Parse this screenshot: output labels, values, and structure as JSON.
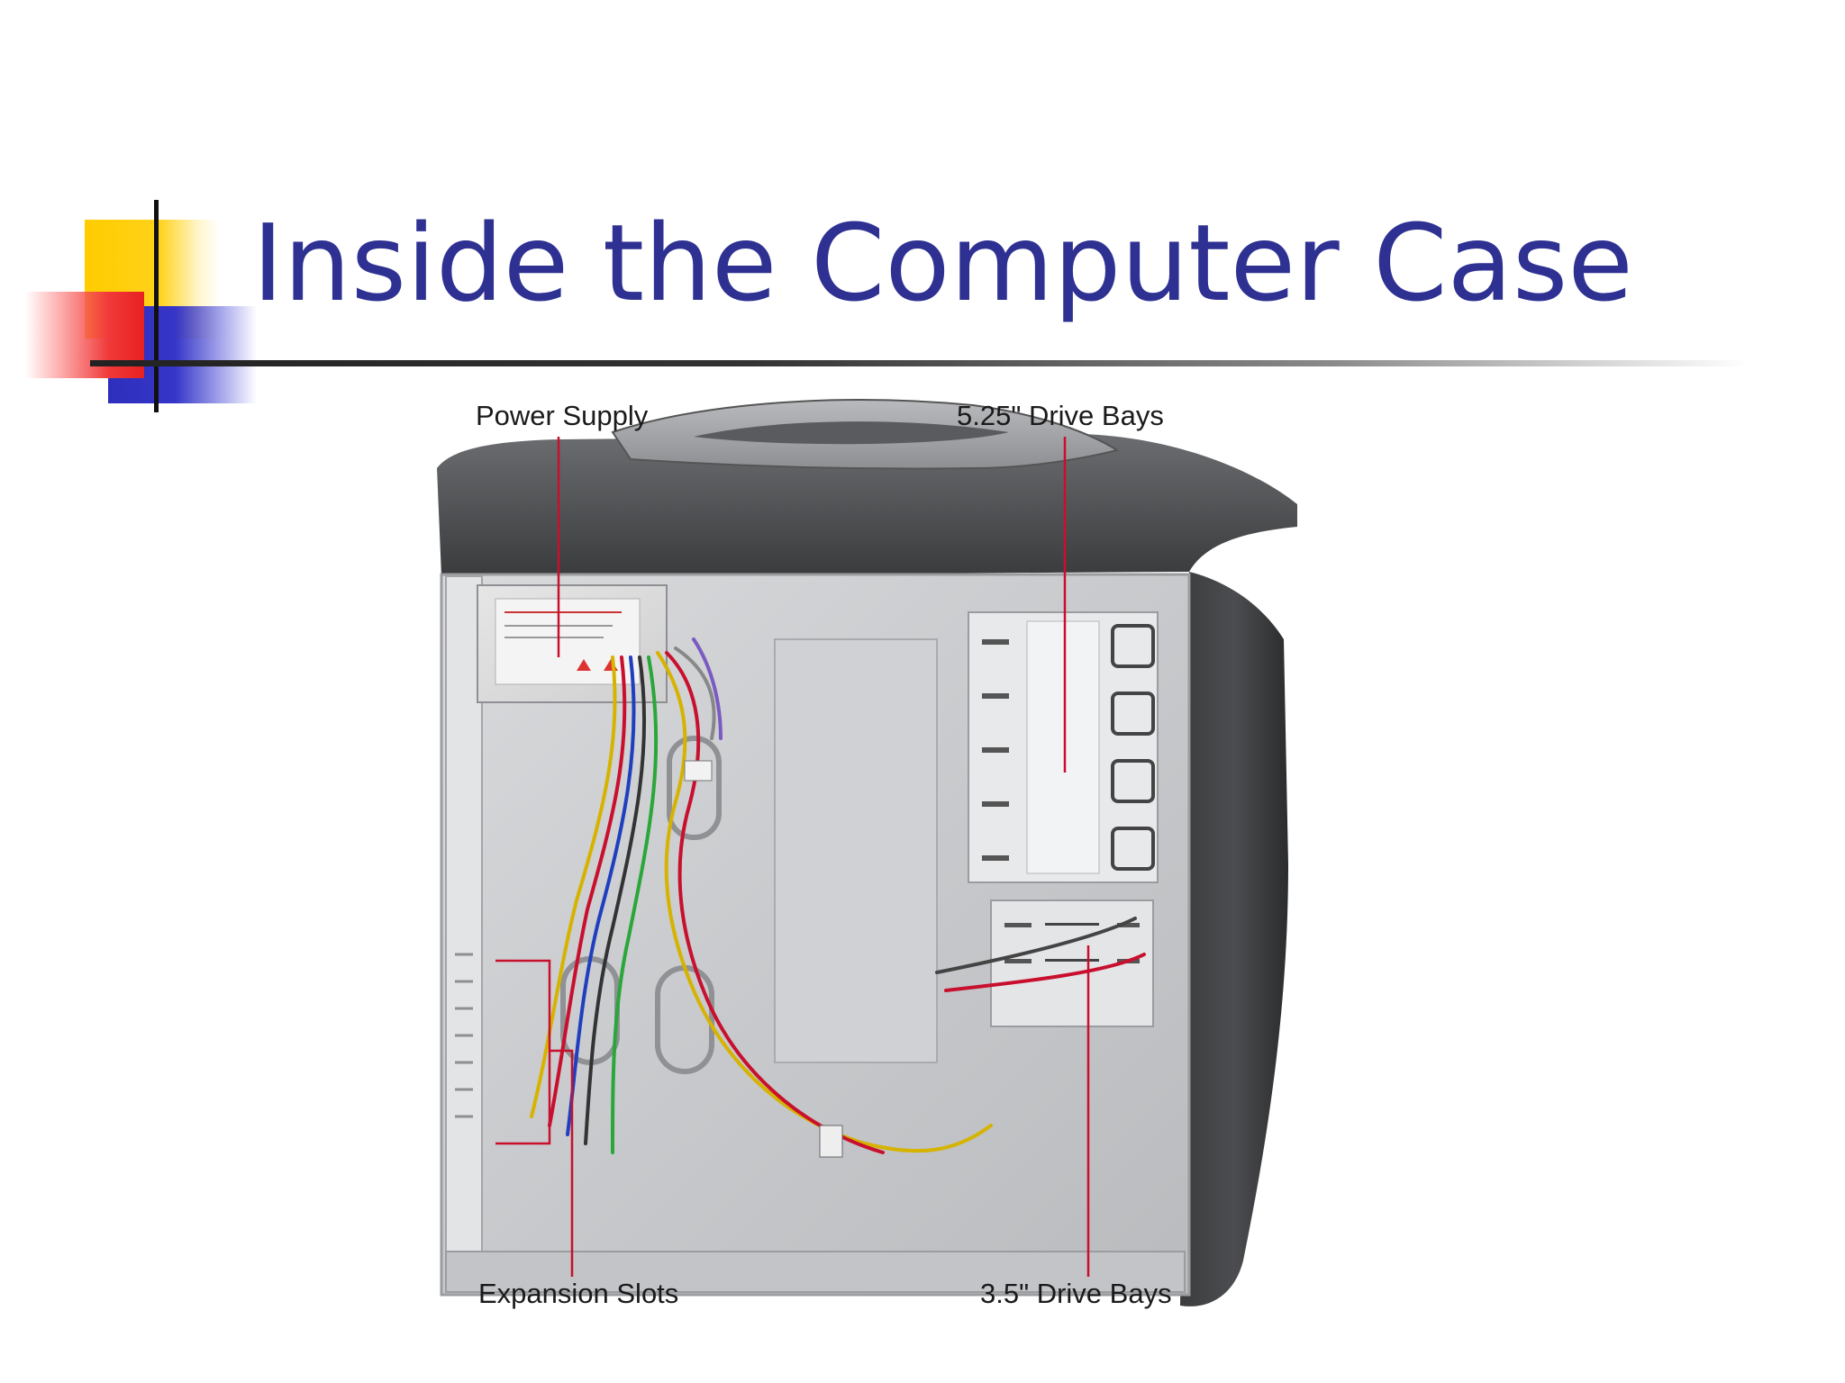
{
  "slide": {
    "title": "Inside the Computer Case"
  },
  "figure": {
    "image": "computer-case-interior-photo",
    "callouts": {
      "power_supply": "Power Supply",
      "drive_bays_525": "5.25\" Drive Bays",
      "expansion_slots": "Expansion Slots",
      "drive_bays_35": "3.5\" Drive Bays"
    },
    "leader_color": "#c8102e"
  },
  "theme": {
    "title_color": "#2e3192",
    "accent_yellow": "#ffcc00",
    "accent_blue": "#3333cc",
    "accent_red": "#e82020"
  }
}
